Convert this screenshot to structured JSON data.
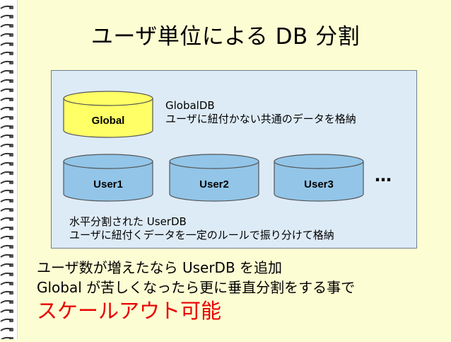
{
  "title": "ユーザ単位による DB 分割",
  "databases": {
    "global": {
      "label": "Global",
      "color": "#ffff66"
    },
    "users": [
      {
        "label": "User1",
        "color": "#92c5e8"
      },
      {
        "label": "User2",
        "color": "#92c5e8"
      },
      {
        "label": "User3",
        "color": "#92c5e8"
      }
    ],
    "more": "…"
  },
  "global_db_note": {
    "name": "GlobalDB",
    "description": "ユーザに紐付かない共通のデータを格納"
  },
  "user_db_note": {
    "name": "水平分割された UserDB",
    "description": "ユーザに紐付くデータを一定のルールで振り分けて格納"
  },
  "body_lines": [
    "ユーザ数が増えたなら UserDB を追加",
    "Global が苦しくなったら更に垂直分割をする事で"
  ],
  "highlight": {
    "text": "スケールアウト可能",
    "color": "#e80000"
  }
}
